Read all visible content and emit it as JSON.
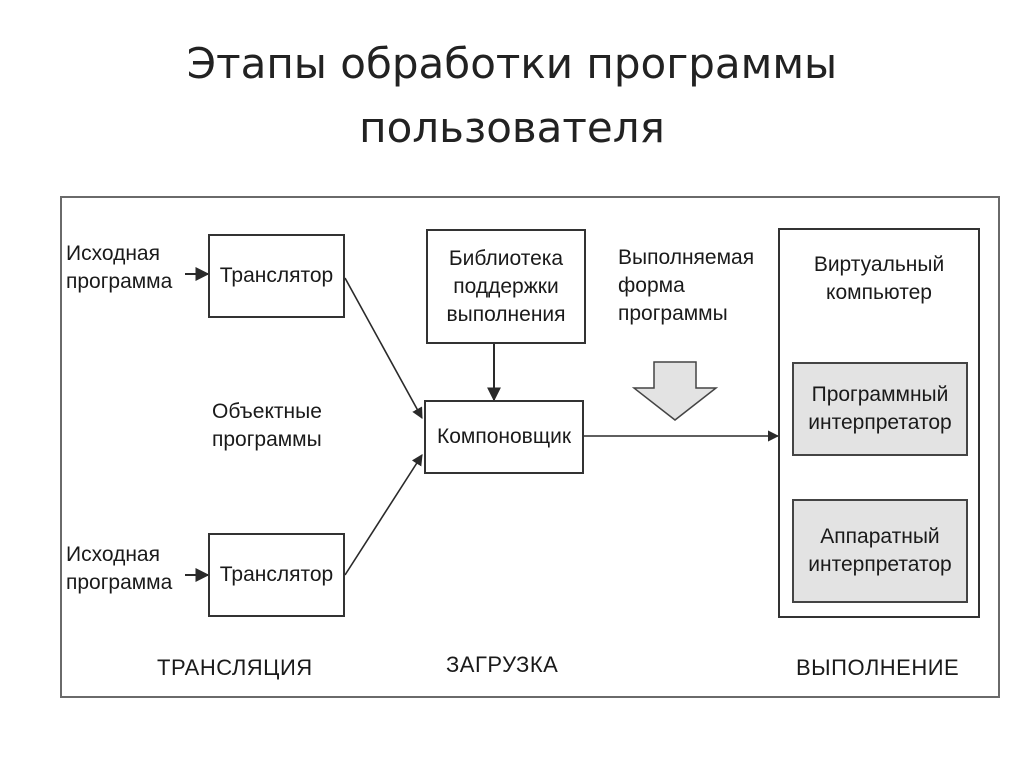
{
  "title": {
    "line1": "Этапы обработки программы",
    "line2": "пользователя"
  },
  "inputs": [
    {
      "line1": "Исходная",
      "line2": "программа"
    },
    {
      "line1": "Исходная",
      "line2": "программа"
    }
  ],
  "translator_label": "Транслятор",
  "object_programs": {
    "line1": "Объектные",
    "line2": "программы"
  },
  "library": {
    "line1": "Библиотека",
    "line2": "поддержки",
    "line3": "выполнения"
  },
  "linker_label": "Компоновщик",
  "exec_form": {
    "line1": "Выполняемая",
    "line2": "форма",
    "line3": "программы"
  },
  "virtual_computer": {
    "line1": "Виртуальный",
    "line2": "компьютер"
  },
  "software_interpreter": {
    "line1": "Программный",
    "line2": "интерпретатор"
  },
  "hardware_interpreter": {
    "line1": "Аппаратный",
    "line2": "интерпретатор"
  },
  "stages": {
    "translation": "ТРАНСЛЯЦИЯ",
    "loading": "ЗАГРУЗКА",
    "execution": "ВЫПОЛНЕНИЕ"
  },
  "colors": {
    "line": "#2a2a2a",
    "interpreter_fill": "#e3e3e3",
    "frame_border": "#6a6a6a"
  }
}
